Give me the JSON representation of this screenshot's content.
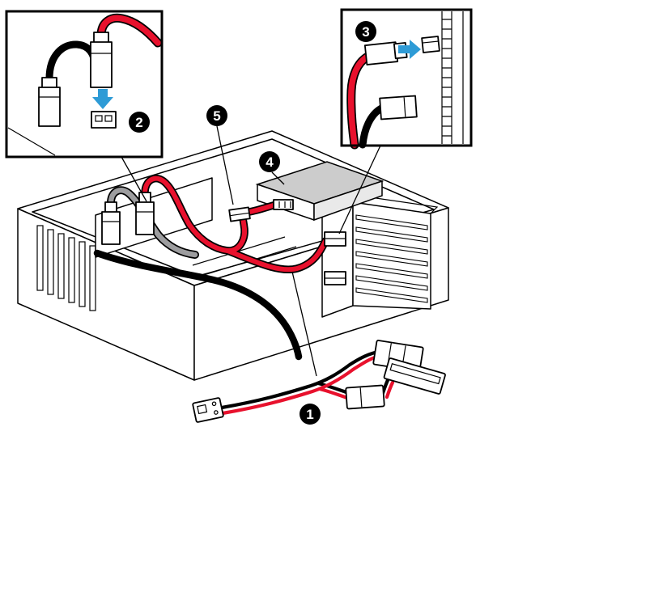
{
  "callouts": {
    "c1": "1",
    "c2": "2",
    "c3": "3",
    "c4": "4",
    "c5": "5"
  },
  "colors": {
    "line": "#000000",
    "cable_red": "#e8112d",
    "cable_black": "#000000",
    "cable_gray": "#9d9d9f",
    "arrow_blue": "#2e9bd6",
    "drive_gray_top": "#cccccc",
    "drive_gray_side": "#e9e9e9",
    "callout_bg": "#000000",
    "callout_num": "#ffffff"
  }
}
